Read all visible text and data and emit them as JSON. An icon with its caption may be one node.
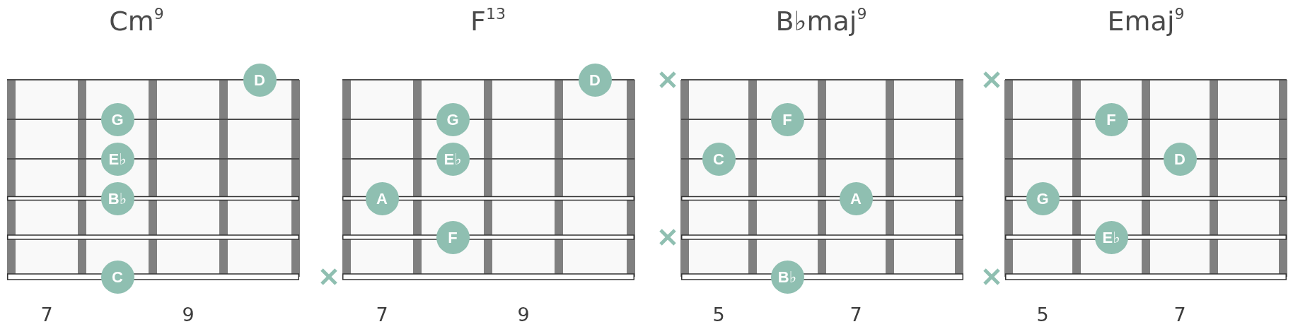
{
  "diagram": {
    "nodes": [
      {
        "text": [
          "Cm$^{9}$"
        ],
        "beside": [
          "7",
          "9"
        ]
      },
      {
        "text": [
          "D"
        ],
        "in": 0
      },
      {
        "text": [
          "G"
        ],
        "in": 0
      },
      {
        "text": [
          "E♭"
        ],
        "in": 0
      },
      {
        "text": [
          "B♭"
        ],
        "in": 0
      },
      {
        "text": [
          "C"
        ],
        "in": 0
      },
      {
        "text": [
          "F$^{13}$"
        ],
        "beside": [
          "7",
          "9"
        ]
      },
      {
        "text": [
          "D"
        ],
        "in": 6
      },
      {
        "text": [
          "G"
        ],
        "in": 6
      },
      {
        "text": [
          "E♭"
        ],
        "in": 6
      },
      {
        "text": [
          "A"
        ],
        "in": 6
      },
      {
        "text": [
          "F"
        ],
        "in": 6
      },
      {
        "text": [
          "B♭maj$^{9}$"
        ],
        "beside": [
          "5",
          "7"
        ]
      },
      {
        "text": [
          "F"
        ],
        "in": 12
      },
      {
        "text": [
          "C"
        ],
        "in": 12
      },
      {
        "text": [
          "A"
        ],
        "in": 12
      },
      {
        "text": [
          "B♭"
        ],
        "in": 12
      },
      {
        "text": [
          "Emaj$^{9}$"
        ],
        "beside": [
          "5",
          "7"
        ]
      },
      {
        "text": [
          "F"
        ],
        "in": 17
      },
      {
        "text": [
          "D"
        ],
        "in": 17
      },
      {
        "text": [
          "G"
        ],
        "in": 17
      },
      {
        "text": [
          "E♭"
        ],
        "in": 17
      }
    ]
  }
}
